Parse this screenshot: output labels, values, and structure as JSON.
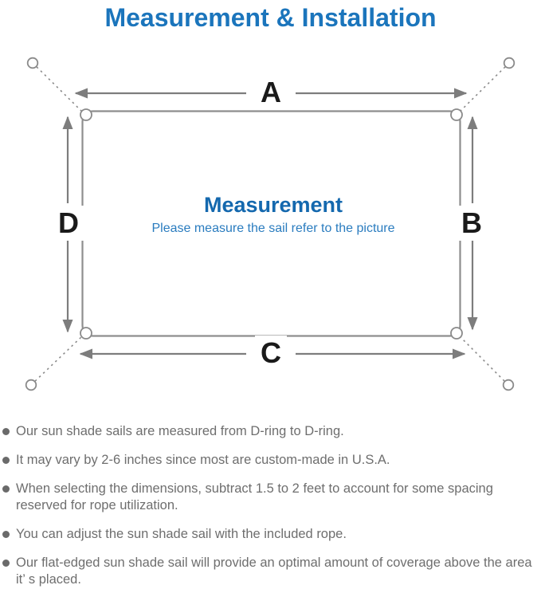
{
  "title": "Measurement & Installation",
  "colors": {
    "title_blue": "#1b75bc",
    "center_title_blue": "#1468ae",
    "center_subtitle_blue": "#2a7cbf",
    "diagram_line_gray": "#8a8a8a",
    "arrow_gray": "#7d7d7d",
    "dim_label_black": "#1a1a1a",
    "notes_text_gray": "#6e6e6e"
  },
  "diagram": {
    "center_title": "Measurement",
    "center_subtitle": "Please measure the sail refer to the picture",
    "labels": {
      "top": "A",
      "right": "B",
      "bottom": "C",
      "left": "D"
    },
    "icons": {
      "anchor_ring": "small hollow circle",
      "d_ring": "semicircular corner tab",
      "bullet": "filled gray dot"
    }
  },
  "notes": {
    "items": [
      {
        "text": "Our sun shade sails are measured from D-ring to D-ring."
      },
      {
        "text": "It may vary by 2-6 inches since most are custom-made in U.S.A."
      },
      {
        "text": "When selecting the dimensions, subtract 1.5 to 2 feet to account for some spacing reserved for rope utilization."
      },
      {
        "text": "You can adjust the sun shade sail with the included rope."
      },
      {
        "text": "Our flat-edged sun shade sail will provide an optimal amount of coverage above the area it’ s placed."
      }
    ]
  }
}
